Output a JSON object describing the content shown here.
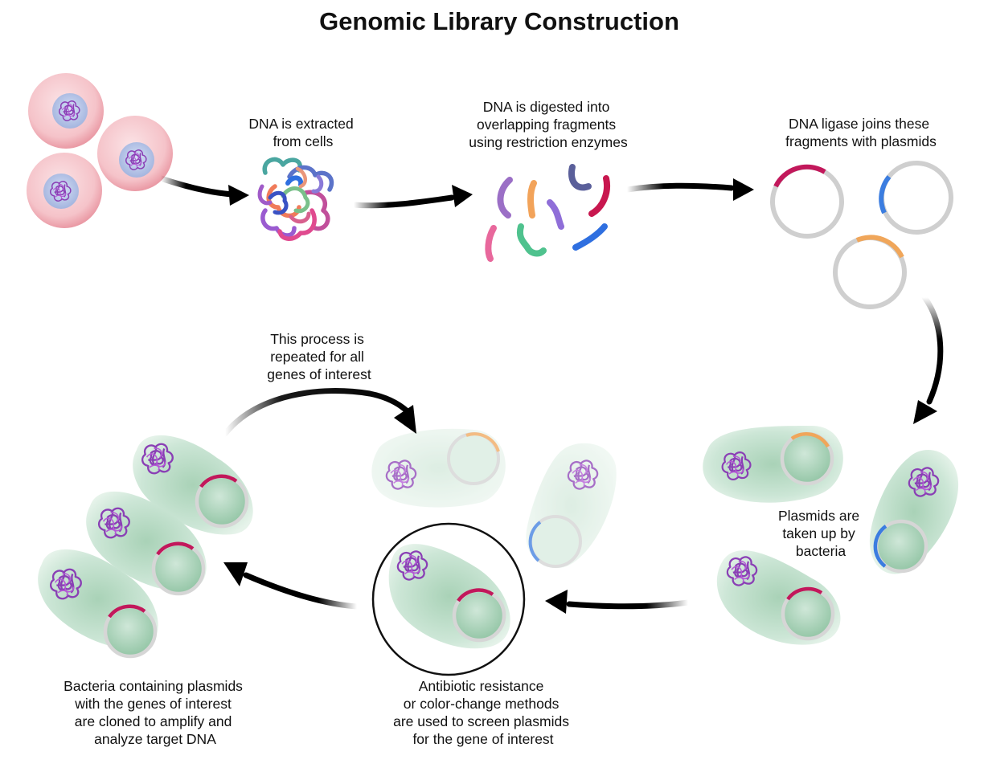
{
  "diagram": {
    "title": "Genomic Library Construction",
    "captions": {
      "extract": [
        "DNA is extracted",
        "from cells"
      ],
      "digest": [
        "DNA is digested into",
        "overlapping fragments",
        "using restriction enzymes"
      ],
      "ligase": [
        "DNA ligase joins these",
        "fragments with plasmids"
      ],
      "uptake": [
        "Plasmids are",
        "taken up by",
        "bacteria"
      ],
      "screen": [
        "Antibiotic resistance",
        "or color-change methods",
        "are used to screen plasmids",
        "for the gene of interest"
      ],
      "clone": [
        "Bacteria containing plasmids",
        "with the genes of interest",
        "are cloned to amplify and",
        "analyze target DNA"
      ],
      "repeat": [
        "This process is",
        "repeated for all",
        "genes of interest"
      ]
    },
    "colors": {
      "cell": "#f2b9c0",
      "nucleus": "#b8c7e8",
      "chromatin": "#8a3fb5",
      "bacterium": "#bfe0cc",
      "plasmid": "#c9c9c9",
      "insert_magenta": "#c2185b",
      "insert_blue": "#3b7de0",
      "insert_orange": "#f0a65a",
      "arrow": "#000000"
    }
  }
}
